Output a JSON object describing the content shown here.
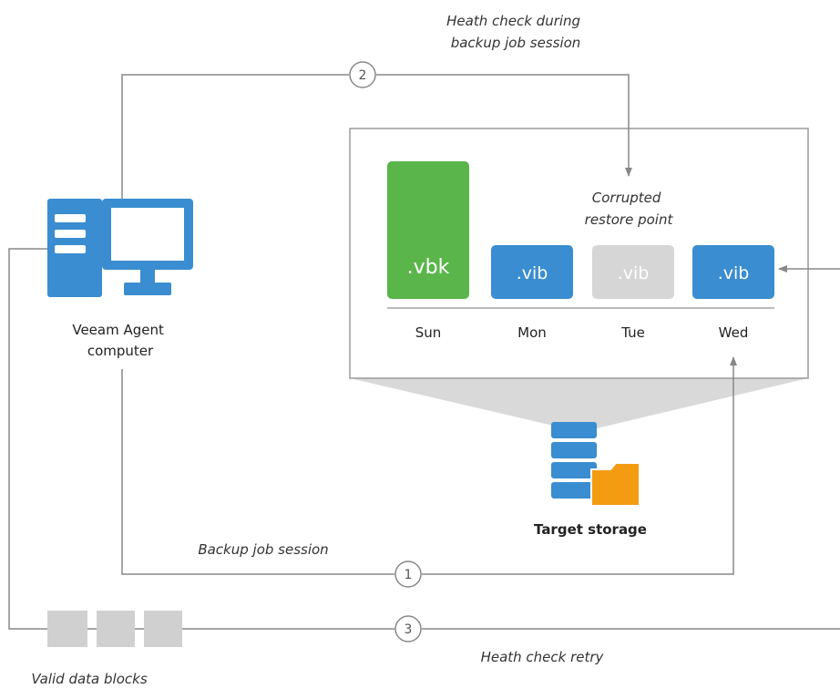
{
  "labels": {
    "health_check_backup": [
      "Heath check during",
      "backup job session"
    ],
    "corrupted_point": [
      "Corrupted",
      "restore point"
    ],
    "agent_computer": [
      "Veeam Agent",
      "computer"
    ],
    "target_storage": "Target storage",
    "backup_job_session": "Backup job session",
    "health_check_retry": "Heath check retry",
    "valid_data_blocks": "Valid data blocks"
  },
  "steps": [
    "1",
    "2",
    "3"
  ],
  "restore_points": [
    {
      "ext": ".vbk",
      "day": "Sun",
      "state": "full"
    },
    {
      "ext": ".vib",
      "day": "Mon",
      "state": "ok"
    },
    {
      "ext": ".vib",
      "day": "Tue",
      "state": "corrupted"
    },
    {
      "ext": ".vib",
      "day": "Wed",
      "state": "ok"
    }
  ],
  "colors": {
    "full": "#5ab54b",
    "increment": "#3a8dd0",
    "corrupted": "#d6d6d6",
    "storage": "#3a8dd0",
    "folder": "#f39c12",
    "data_block": "#d0d0d0",
    "line": "#888888"
  }
}
